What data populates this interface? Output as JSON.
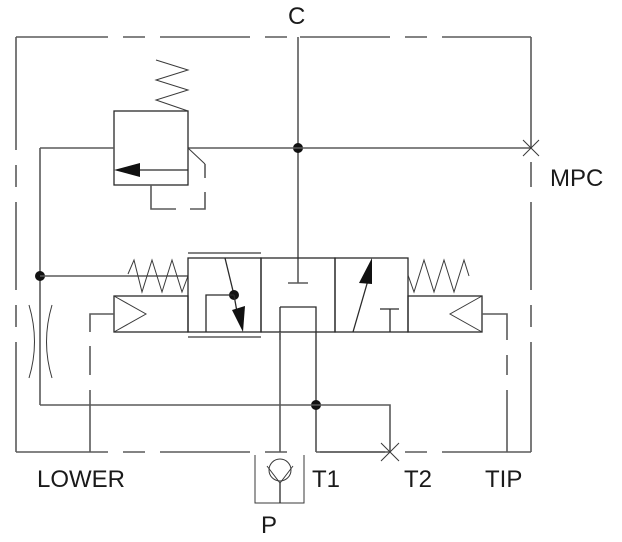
{
  "diagram": {
    "type": "hydraulic-schematic",
    "ports": {
      "c": "C",
      "mpc": "MPC",
      "lower": "LOWER",
      "t1": "T1",
      "t2": "T2",
      "tip": "TIP",
      "p": "P"
    },
    "components": [
      {
        "id": "relief-valve",
        "label": "Pressure relief valve (spring-loaded, pilot drain)"
      },
      {
        "id": "directional-valve",
        "label": "3-position pilot-operated directional valve, spring centered"
      },
      {
        "id": "orifice",
        "label": "Flow restrictor"
      },
      {
        "id": "check-valve",
        "label": "Check valve at port P"
      }
    ],
    "colors": {
      "line": "#5a5a5a",
      "ink": "#111111",
      "background": "#ffffff"
    }
  }
}
